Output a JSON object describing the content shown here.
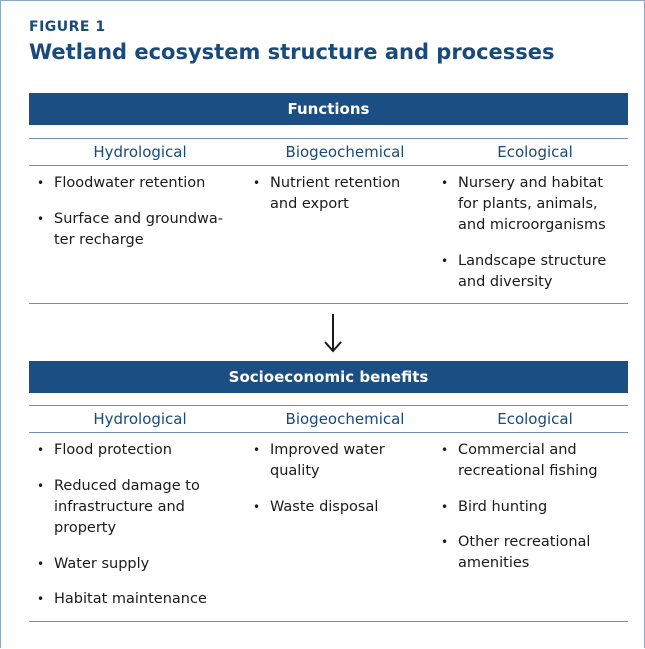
{
  "figure": {
    "label": "FIGURE 1",
    "title": "Wetland ecosystem structure and processes"
  },
  "functions": {
    "header": "Functions",
    "columns": [
      {
        "heading": "Hydrological",
        "items": [
          "Floodwater retention",
          "Surface and groundwa-\nter recharge"
        ]
      },
      {
        "heading": "Biogeochemical",
        "items": [
          "Nutrient retention\nand export"
        ]
      },
      {
        "heading": "Ecological",
        "items": [
          "Nursery and habitat\nfor plants, animals,\nand microorganisms",
          "Landscape structure\nand diversity"
        ]
      }
    ]
  },
  "benefits": {
    "header": "Socioeconomic benefits",
    "columns": [
      {
        "heading": "Hydrological",
        "items": [
          "Flood protection",
          "Reduced damage to\ninfrastructure and\nproperty",
          "Water supply",
          "Habitat maintenance"
        ]
      },
      {
        "heading": "Biogeochemical",
        "items": [
          "Improved water\nquality",
          "Waste disposal"
        ]
      },
      {
        "heading": "Ecological",
        "items": [
          "Commercial and\nrecreational fishing",
          "Bird hunting",
          "Other recreational\namenities"
        ]
      }
    ]
  },
  "icons": {
    "flow_arrow": "down-arrow-icon"
  },
  "colors": {
    "band": "#1b4f83",
    "heading": "#1a4a7a",
    "rule": "#6f90b3"
  }
}
